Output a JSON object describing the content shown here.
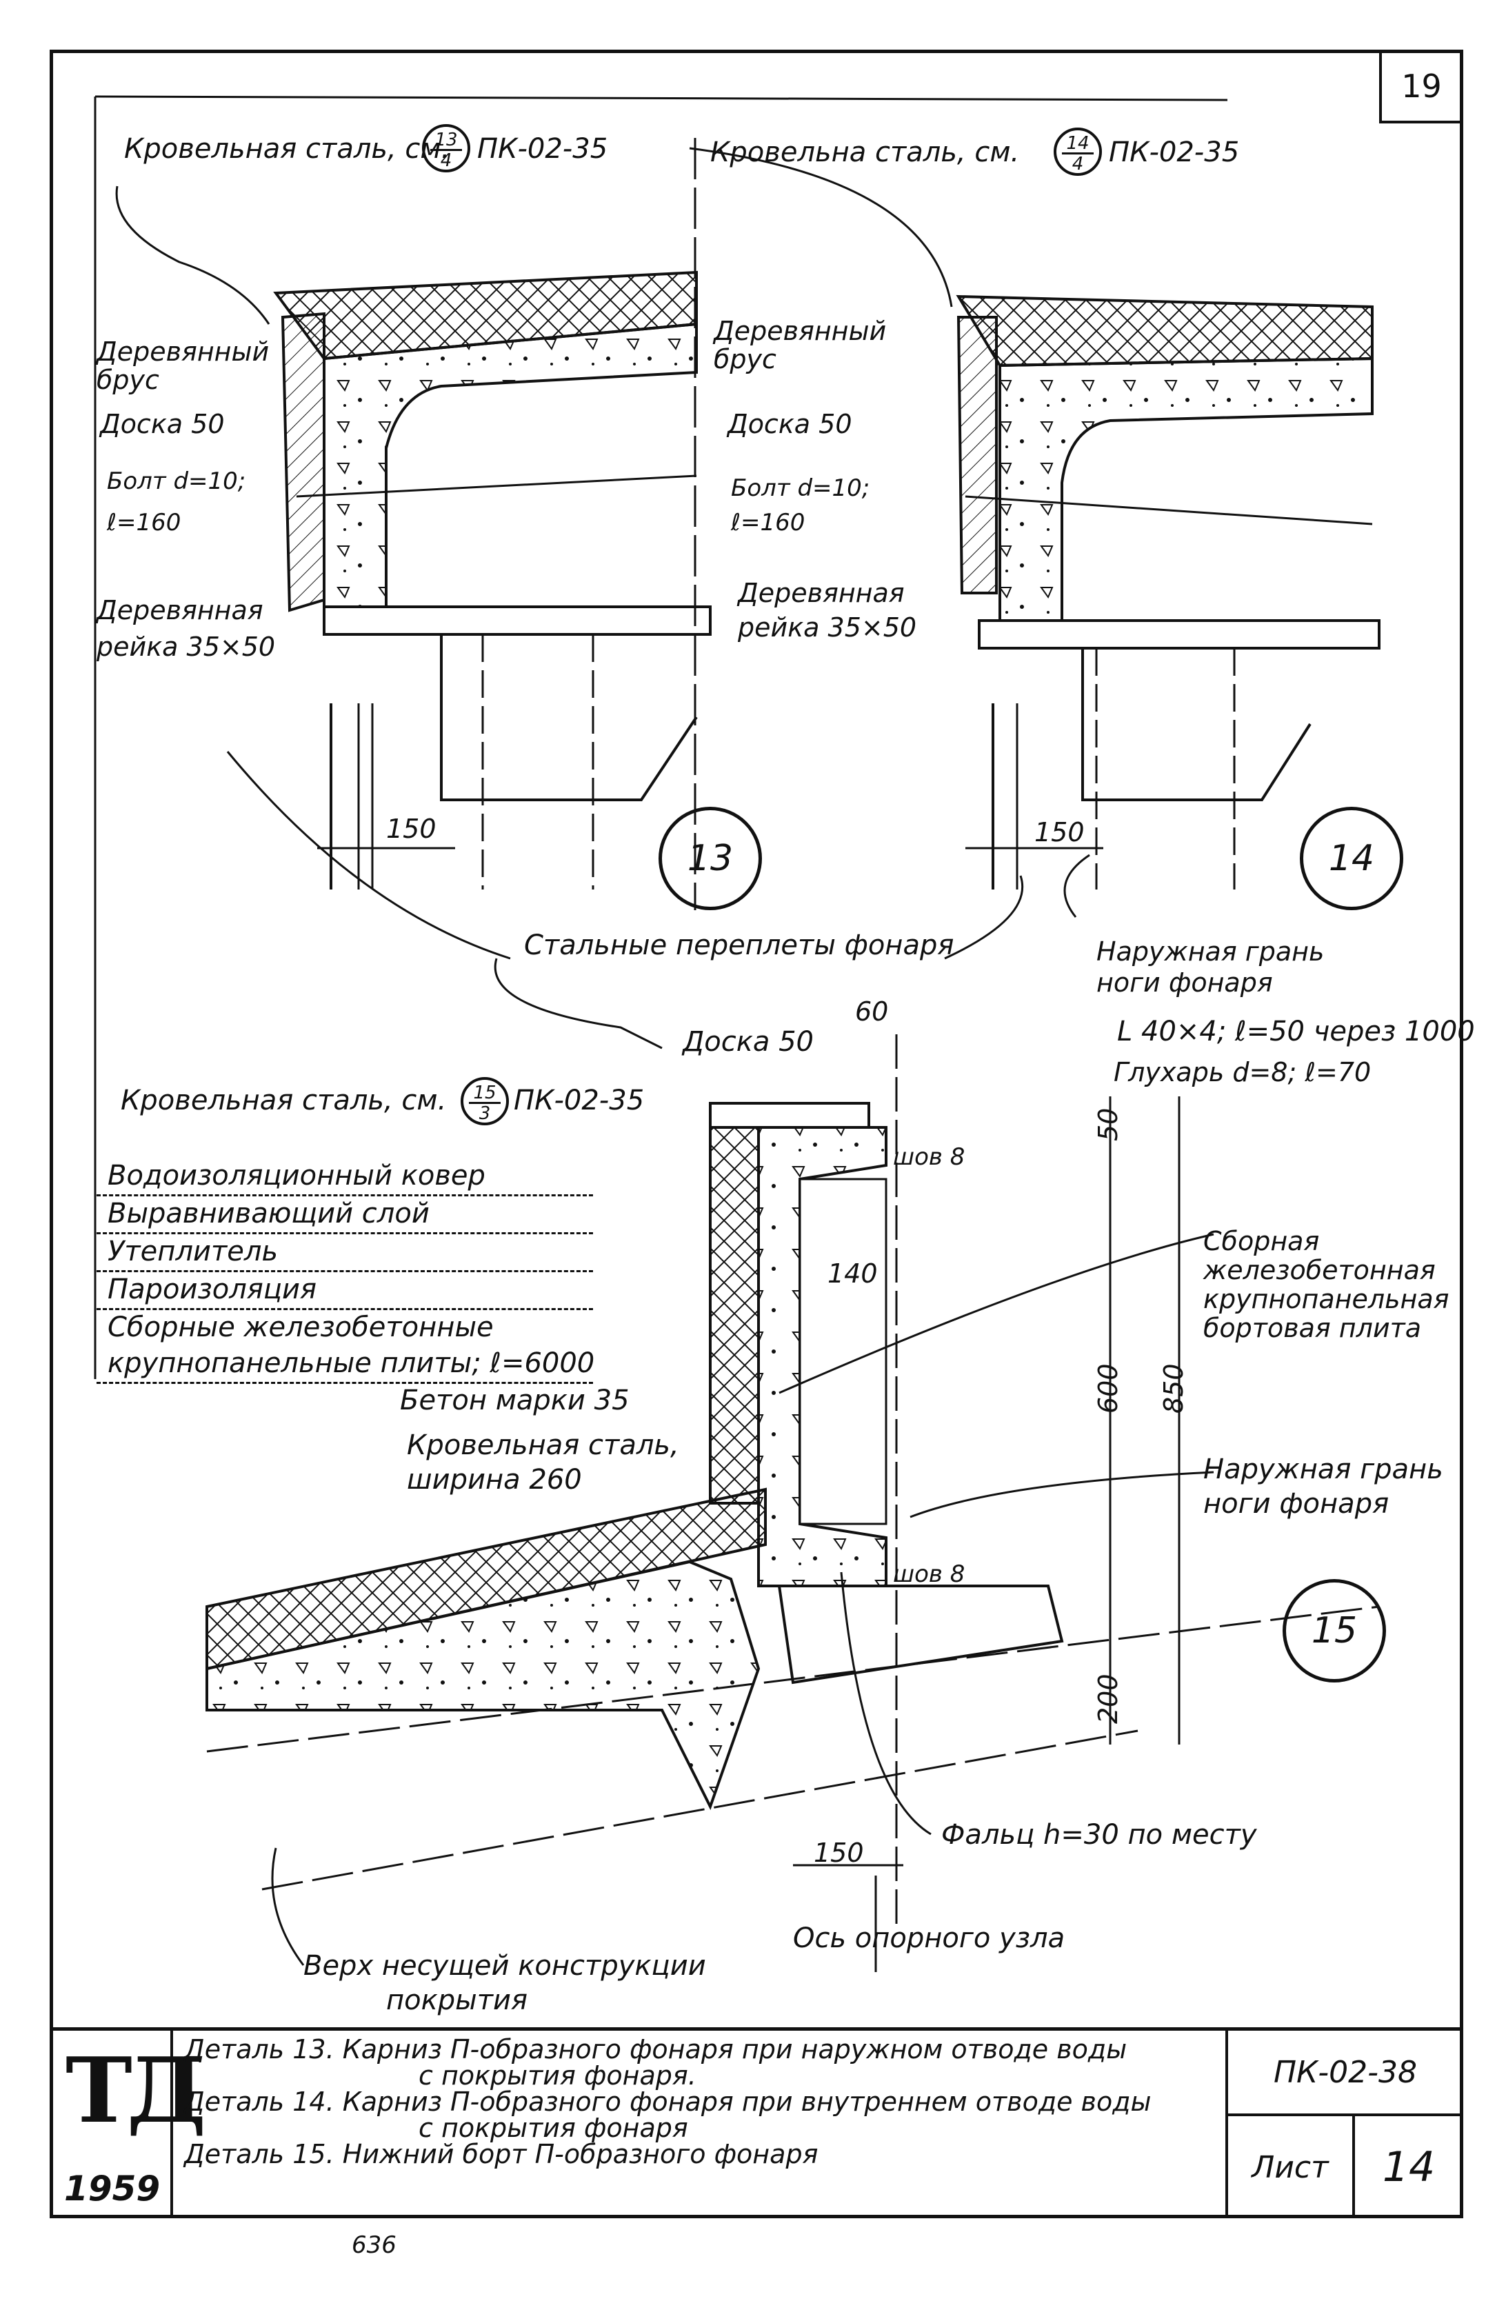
{
  "sheet_number": "19",
  "details": {
    "d13": {
      "number": "13",
      "roof_steel_prefix": "Кровельная сталь, см.",
      "ref_num": "13",
      "ref_den": "4",
      "ref_code": "ПК-02-35",
      "wood_beam": "Деревянный брус",
      "board": "Доска 50",
      "bolt_1": "Болт d=10;",
      "bolt_2": "ℓ=160",
      "rail_1": "Деревянная",
      "rail_2": "рейка 35×50",
      "dim_150": "150"
    },
    "d14": {
      "number": "14",
      "roof_steel_prefix": "Кровельна сталь, см.",
      "ref_num": "14",
      "ref_den": "4",
      "ref_code": "ПК-02-35",
      "wood_beam": "Деревянный брус",
      "board": "Доска 50",
      "bolt_1": "Болт d=10;",
      "bolt_2": "ℓ=160",
      "rail_1": "Деревянная",
      "rail_2": "рейка 35×50",
      "dim_150": "150",
      "outer_face_1": "Наружная грань",
      "outer_face_2": "ноги фонаря"
    },
    "steel_frames": "Стальные переплеты фонаря",
    "d15": {
      "number": "15",
      "roof_steel_prefix": "Кровельная сталь, см.",
      "ref_num": "15",
      "ref_den": "3",
      "ref_code": "ПК-02-35",
      "board": "Доска 50",
      "angle": "L 40×4; ℓ=50 через 1000",
      "lag_screw": "Глухарь d=8; ℓ=70",
      "weld_top": "шов 8",
      "weld_bottom": "шов 8",
      "layers": [
        "Водоизоляционный ковер",
        "Выравнивающий слой",
        "Утеплитель",
        "Пароизоляция",
        "Сборные железобетонные",
        "крупнопанельные плиты; ℓ=6000"
      ],
      "concrete": "Бетон марки 35",
      "roof_steel_width_1": "Кровельная сталь,",
      "roof_steel_width_2": "ширина 260",
      "panel_1": "Сборная",
      "panel_2": "железобетонная",
      "panel_3": "крупнопанельная",
      "panel_4": "бортовая плита",
      "outer_face_1": "Наружная грань",
      "outer_face_2": "ноги фонаря",
      "rebate": "Фальц h=30 по месту",
      "support_axis": "Ось опорного узла",
      "top_structure_1": "Верх несущей конструкции",
      "top_structure_2": "покрытия",
      "dims": {
        "d60": "60",
        "d50": "50",
        "d140": "140",
        "d600": "600",
        "d850": "850",
        "d200": "200",
        "d150": "150"
      }
    }
  },
  "title_block": {
    "logo": "ТД",
    "year": "1959",
    "desc": [
      "Деталь 13. Карниз П-образного фонаря при наружном отводе воды",
      "с покрытия фонаря.",
      "Деталь 14. Карниз П-образного фонаря при внутреннем отводе воды",
      "с покрытия фонаря",
      "Деталь 15. Нижний борт П-образного фонаря"
    ],
    "code": "ПК-02-38",
    "sheet_label": "Лист",
    "sheet_value": "14"
  },
  "footer_number": "636"
}
